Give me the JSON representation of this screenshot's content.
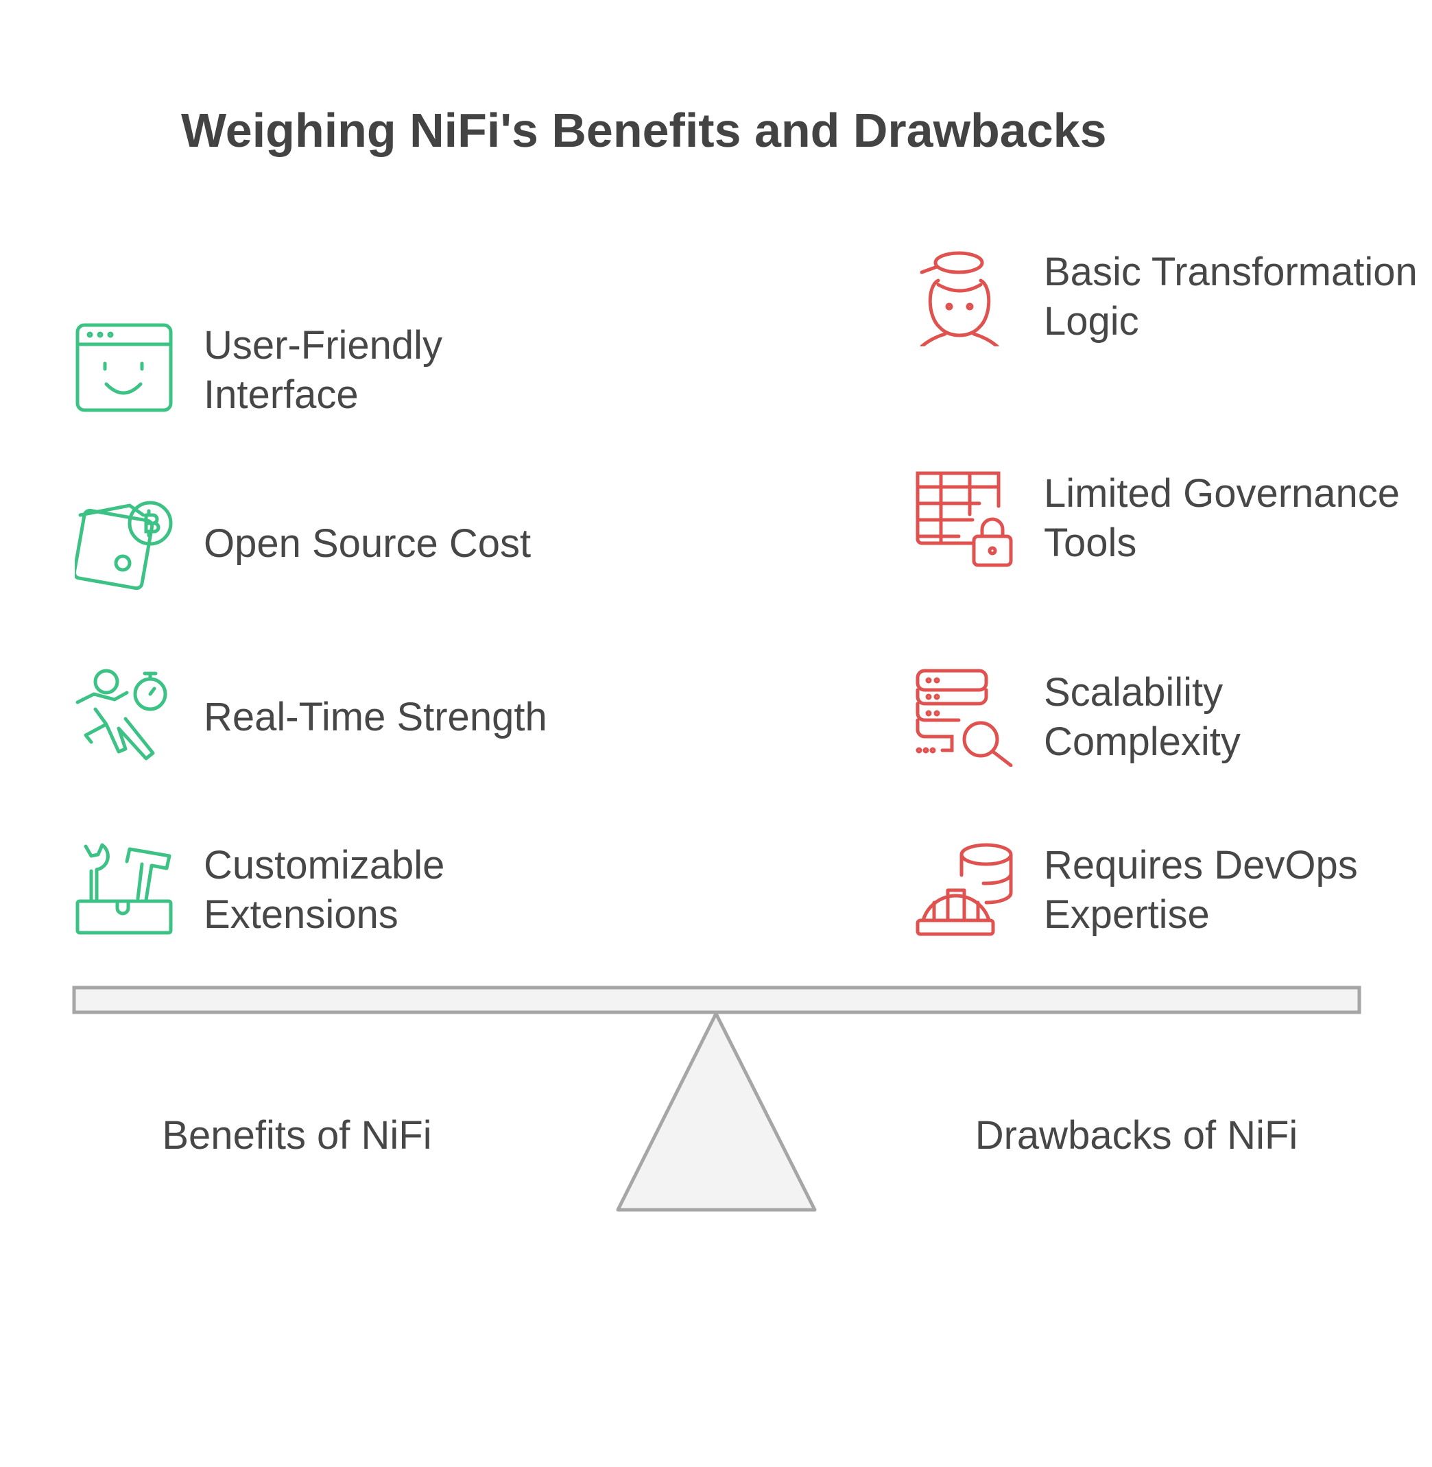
{
  "title": "Weighing NiFi's Benefits and Drawbacks",
  "colors": {
    "benefit": "#3dc285",
    "drawback": "#e0524f",
    "text": "#474747",
    "scale_fill": "#f3f3f3",
    "scale_stroke": "#a6a6a6"
  },
  "benefits": {
    "label": "Benefits of NiFi",
    "items": [
      {
        "text": "User-Friendly Interface",
        "icon": "browser-smiley-icon"
      },
      {
        "text": "Open Source Cost",
        "icon": "wallet-bitcoin-icon"
      },
      {
        "text": "Real-Time Strength",
        "icon": "runner-stopwatch-icon"
      },
      {
        "text": "Customizable Extensions",
        "icon": "toolbox-icon"
      }
    ]
  },
  "drawbacks": {
    "label": "Drawbacks of NiFi",
    "items": [
      {
        "text": "Basic Transformation Logic",
        "icon": "person-halo-icon"
      },
      {
        "text": "Limited Governance Tools",
        "icon": "table-lock-icon"
      },
      {
        "text": "Scalability Complexity",
        "icon": "server-search-icon"
      },
      {
        "text": "Requires DevOps Expertise",
        "icon": "database-hardhat-icon"
      }
    ]
  }
}
